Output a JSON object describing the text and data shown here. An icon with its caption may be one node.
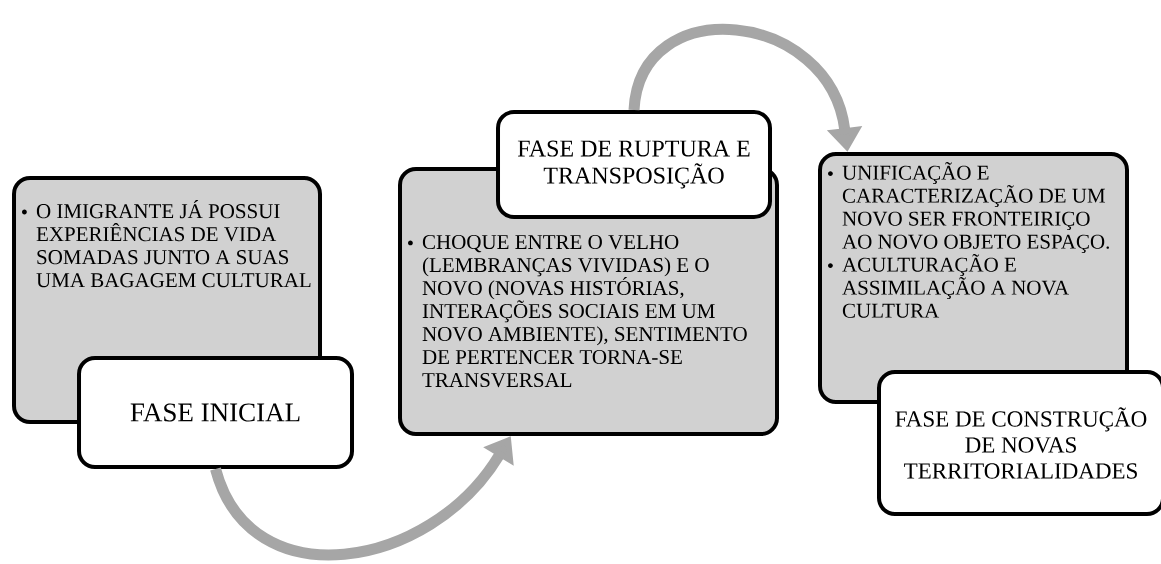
{
  "diagram": {
    "nodes": [
      {
        "text": [
          "O IMIGRANTE JÁ POSSUI EXPERIÊNCIAS DE VIDA SOMADAS JUNTO A SUAS UMA BAGAGEM CULTURAL"
        ]
      },
      {
        "text": [
          "FASE INICIAL"
        ]
      },
      {
        "text": [
          "FASE DE RUPTURA E TRANSPOSIÇÃO"
        ]
      },
      {
        "text": [
          "CHOQUE ENTRE O VELHO (LEMBRANÇAS VIVIDAS) E O NOVO (NOVAS HISTÓRIAS, INTERAÇÕES SOCIAIS EM UM NOVO AMBIENTE), SENTIMENTO DE PERTENCER TORNA-SE TRANSVERSAL"
        ]
      },
      {
        "text": [
          "UNIFICAÇÃO E CARACTERIZAÇÃO DE UM NOVO SER FRONTEIRIÇO AO NOVO OBJETO ESPAÇO.",
          "ACULTURAÇÃO E ASSIMILAÇÃO A NOVA CULTURA"
        ]
      },
      {
        "text": [
          "FASE DE CONSTRUÇÃO DE NOVAS TERRITORIALIDADES"
        ]
      }
    ],
    "edges": [
      {
        "from": 1,
        "to": 3,
        "arrow": "to"
      },
      {
        "from": 2,
        "to": 4,
        "arrow": "to"
      }
    ]
  }
}
